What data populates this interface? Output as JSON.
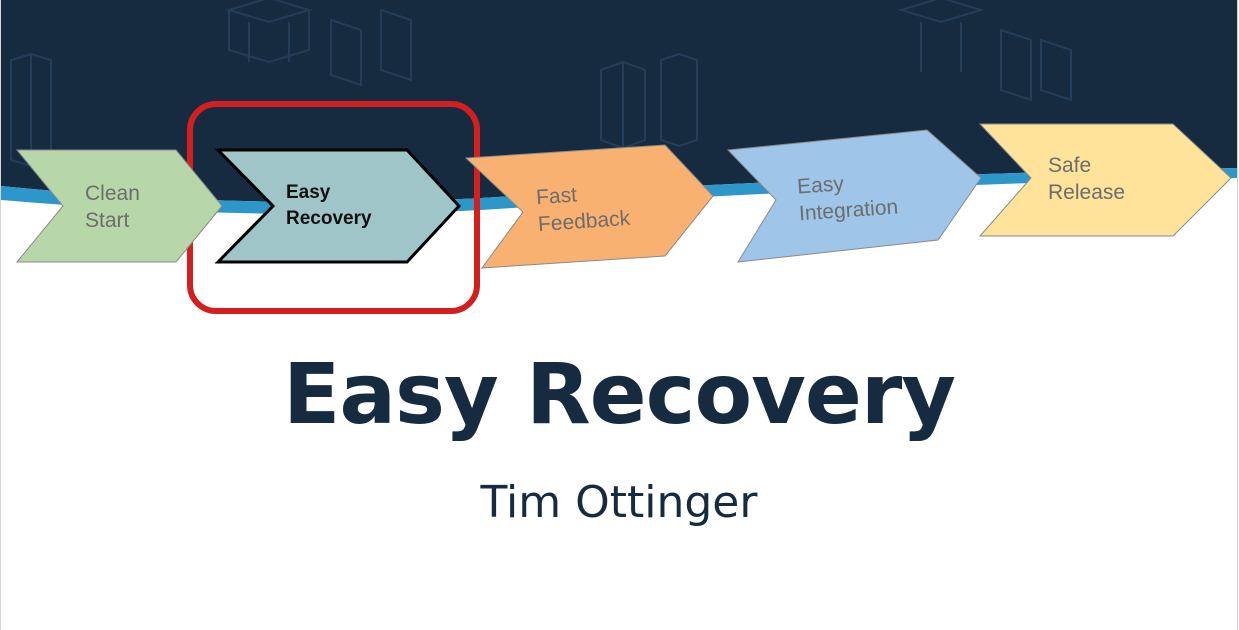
{
  "slide": {
    "title": "Easy Recovery",
    "author": "Tim Ottinger"
  },
  "steps": [
    {
      "line1": "Clean",
      "line2": "Start",
      "color": "#b7d7a8",
      "active": false
    },
    {
      "line1": "Easy",
      "line2": "Recovery",
      "color": "#9fc5c8",
      "active": true
    },
    {
      "line1": "Fast",
      "line2": "Feedback",
      "color": "#f9b172",
      "active": false
    },
    {
      "line1": "Easy",
      "line2": "Integration",
      "color": "#9fc5e8",
      "active": false
    },
    {
      "line1": "Safe",
      "line2": "Release",
      "color": "#ffe39a",
      "active": false
    }
  ],
  "colors": {
    "banner": "#172b40",
    "wave": "#2d97c9",
    "highlight": "#d41f1f",
    "text_dark": "#172b40"
  }
}
